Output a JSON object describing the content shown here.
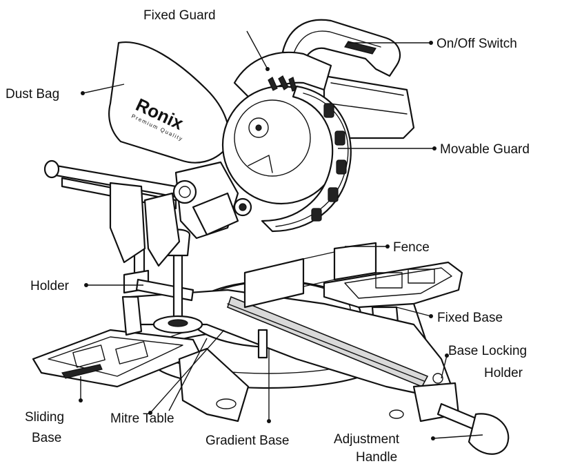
{
  "brand": {
    "name": "Ronix",
    "tagline": "Premium Quality"
  },
  "labels": {
    "fixed_guard": "Fixed Guard",
    "on_off_switch": "On/Off Switch",
    "dust_bag": "Dust Bag",
    "movable_guard": "Movable Guard",
    "fence": "Fence",
    "holder": "Holder",
    "fixed_base": "Fixed Base",
    "base_locking_holder_1": "Base Locking",
    "base_locking_holder_2": "Holder",
    "sliding_base_1": "Sliding",
    "sliding_base_2": "Base",
    "mitre_table": "Mitre Table",
    "gradient_base": "Gradient Base",
    "adjustment_handle_1": "Adjustment",
    "adjustment_handle_2": "Handle"
  }
}
